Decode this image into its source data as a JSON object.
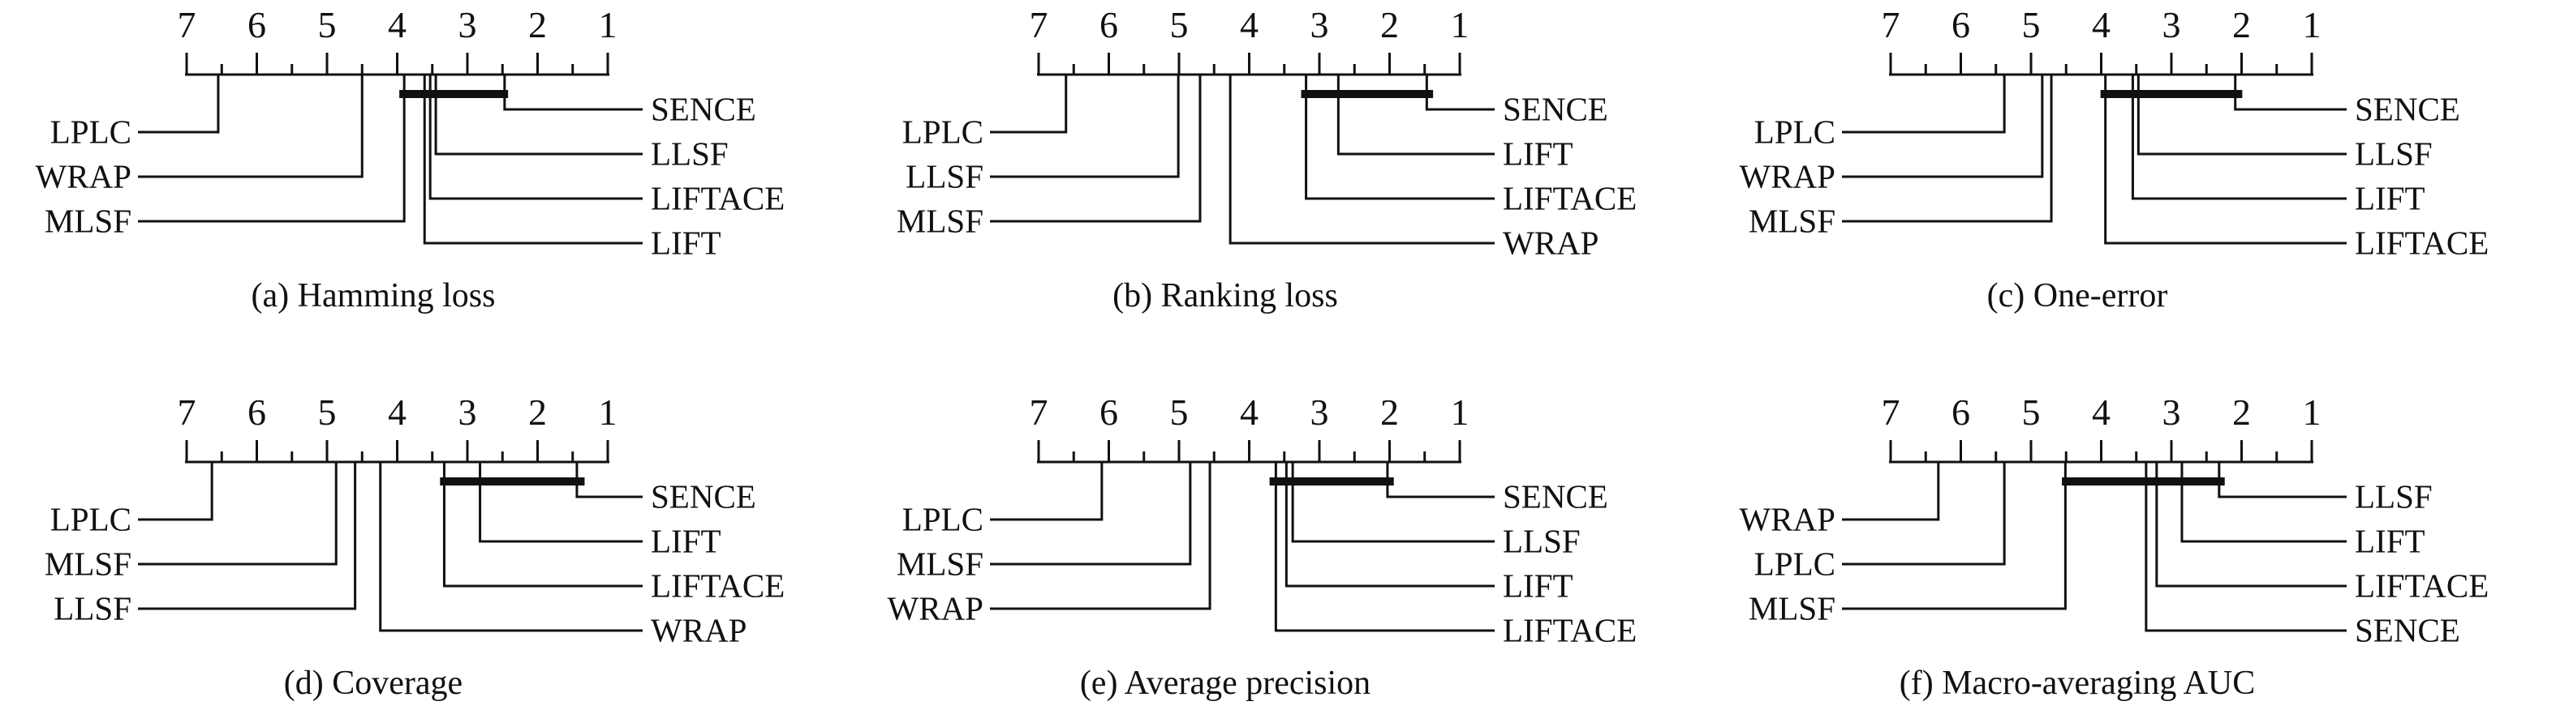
{
  "colors": {
    "ink": "#111111",
    "background": "#ffffff"
  },
  "axis_ticks": [
    "7",
    "6",
    "5",
    "4",
    "3",
    "2",
    "1"
  ],
  "chart_data": [
    {
      "type": "cd-diagram",
      "subtype": "critical-difference-diagram",
      "caption": "(a) Hamming loss",
      "axis": {
        "worst": 7,
        "best": 1,
        "direction": "left-to-right-decreasing"
      },
      "left_algorithms": [
        {
          "name": "LPLC",
          "avg_rank": 6.55
        },
        {
          "name": "WRAP",
          "avg_rank": 4.5
        },
        {
          "name": "MLSF",
          "avg_rank": 3.9
        }
      ],
      "right_algorithms": [
        {
          "name": "SENCE",
          "avg_rank": 2.47
        },
        {
          "name": "LLSF",
          "avg_rank": 3.45
        },
        {
          "name": "LIFTACE",
          "avg_rank": 3.53
        },
        {
          "name": "LIFT",
          "avg_rank": 3.61
        }
      ],
      "nonsignificance_bar": {
        "from_rank": 3.97,
        "to_rank": 2.42
      }
    },
    {
      "type": "cd-diagram",
      "subtype": "critical-difference-diagram",
      "caption": "(b) Ranking loss",
      "axis": {
        "worst": 7,
        "best": 1,
        "direction": "left-to-right-decreasing"
      },
      "left_algorithms": [
        {
          "name": "LPLC",
          "avg_rank": 6.61
        },
        {
          "name": "LLSF",
          "avg_rank": 5.01
        },
        {
          "name": "MLSF",
          "avg_rank": 4.7
        }
      ],
      "right_algorithms": [
        {
          "name": "SENCE",
          "avg_rank": 1.47
        },
        {
          "name": "LIFT",
          "avg_rank": 2.73
        },
        {
          "name": "LIFTACE",
          "avg_rank": 3.19
        },
        {
          "name": "WRAP",
          "avg_rank": 4.27
        }
      ],
      "nonsignificance_bar": {
        "from_rank": 3.26,
        "to_rank": 1.38
      }
    },
    {
      "type": "cd-diagram",
      "subtype": "critical-difference-diagram",
      "caption": "(c) One-error",
      "axis": {
        "worst": 7,
        "best": 1,
        "direction": "left-to-right-decreasing"
      },
      "left_algorithms": [
        {
          "name": "LPLC",
          "avg_rank": 5.38
        },
        {
          "name": "WRAP",
          "avg_rank": 4.84
        },
        {
          "name": "MLSF",
          "avg_rank": 4.71
        }
      ],
      "right_algorithms": [
        {
          "name": "SENCE",
          "avg_rank": 2.09
        },
        {
          "name": "LLSF",
          "avg_rank": 3.47
        },
        {
          "name": "LIFT",
          "avg_rank": 3.55
        },
        {
          "name": "LIFTACE",
          "avg_rank": 3.94
        }
      ],
      "nonsignificance_bar": {
        "from_rank": 4.01,
        "to_rank": 1.99
      }
    },
    {
      "type": "cd-diagram",
      "subtype": "critical-difference-diagram",
      "caption": "(d) Coverage",
      "axis": {
        "worst": 7,
        "best": 1,
        "direction": "left-to-right-decreasing"
      },
      "left_algorithms": [
        {
          "name": "LPLC",
          "avg_rank": 6.64
        },
        {
          "name": "MLSF",
          "avg_rank": 4.87
        },
        {
          "name": "LLSF",
          "avg_rank": 4.6
        }
      ],
      "right_algorithms": [
        {
          "name": "SENCE",
          "avg_rank": 1.44
        },
        {
          "name": "LIFT",
          "avg_rank": 2.82
        },
        {
          "name": "LIFTACE",
          "avg_rank": 3.33
        },
        {
          "name": "WRAP",
          "avg_rank": 4.24
        }
      ],
      "nonsignificance_bar": {
        "from_rank": 3.39,
        "to_rank": 1.33
      }
    },
    {
      "type": "cd-diagram",
      "subtype": "critical-difference-diagram",
      "caption": "(e) Average precision",
      "axis": {
        "worst": 7,
        "best": 1,
        "direction": "left-to-right-decreasing"
      },
      "left_algorithms": [
        {
          "name": "LPLC",
          "avg_rank": 6.1
        },
        {
          "name": "MLSF",
          "avg_rank": 4.84
        },
        {
          "name": "WRAP",
          "avg_rank": 4.56
        }
      ],
      "right_algorithms": [
        {
          "name": "SENCE",
          "avg_rank": 2.03
        },
        {
          "name": "LLSF",
          "avg_rank": 3.38
        },
        {
          "name": "LIFT",
          "avg_rank": 3.47
        },
        {
          "name": "LIFTACE",
          "avg_rank": 3.62
        }
      ],
      "nonsignificance_bar": {
        "from_rank": 3.71,
        "to_rank": 1.94
      }
    },
    {
      "type": "cd-diagram",
      "subtype": "critical-difference-diagram",
      "caption": "(f) Macro-averaging AUC",
      "axis": {
        "worst": 7,
        "best": 1,
        "direction": "left-to-right-decreasing"
      },
      "left_algorithms": [
        {
          "name": "WRAP",
          "avg_rank": 6.32
        },
        {
          "name": "LPLC",
          "avg_rank": 5.38
        },
        {
          "name": "MLSF",
          "avg_rank": 4.51
        }
      ],
      "right_algorithms": [
        {
          "name": "LLSF",
          "avg_rank": 2.32
        },
        {
          "name": "LIFT",
          "avg_rank": 2.85
        },
        {
          "name": "LIFTACE",
          "avg_rank": 3.21
        },
        {
          "name": "SENCE",
          "avg_rank": 3.36
        }
      ],
      "nonsignificance_bar": {
        "from_rank": 4.56,
        "to_rank": 2.24
      }
    }
  ]
}
